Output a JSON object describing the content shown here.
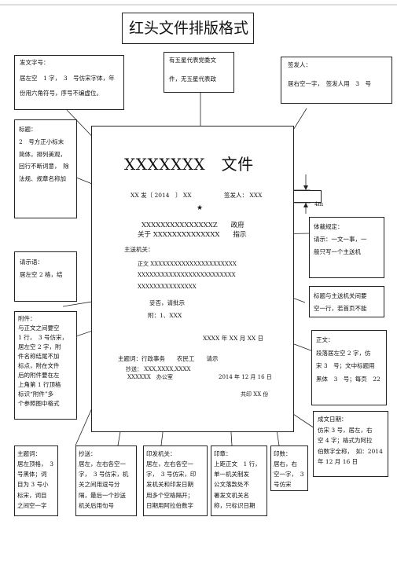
{
  "title": "红头文件排版格式",
  "notes": {
    "doc_number": [
      "发文字号：",
      "居左空　1 字，　3　号仿宋字体，年",
      "份用六角符号，序号不编虚位。"
    ],
    "star": [
      "有五星代表党委文",
      "件，无五星代表政"
    ],
    "signer": [
      "签发人：",
      "居右空一字，　签发人用　3　号"
    ],
    "headline": [
      "标题：",
      "2　号方正小标末",
      "简体，排列美观，",
      "回行不断词意，　除",
      "法规、规章名称加"
    ],
    "style": [
      "体裁规定：",
      "请示：一文一事，一",
      "般只写一个主送机"
    ],
    "request": [
      "请示语：",
      "居左空 2 格，结"
    ],
    "align": [
      "标题与主送机关间要",
      "空一行，若首页不能"
    ],
    "attachment": [
      "附件：",
      "与正文之间要空",
      "1 行，　3 号仿宋，",
      "居左空 2 字，附",
      "件名称结尾不加",
      "标点，附在文件",
      "后的附件要在左",
      "上角第 1 行顶格",
      "标识“附件”多",
      "个参照图中格式"
    ],
    "body": [
      "正文：",
      "段落居左空 2 字，仿",
      "宋 3　号；文中标题用",
      "黑体　3　号；每页　22"
    ],
    "date": [
      "成文日期：",
      "仿宋 3 号，居左，右",
      "空 4 字；格式为阿拉",
      "伯数字全称，　如：2014",
      "年 12 月 16 日"
    ],
    "subject": [
      "主题词：",
      "居左顶格，　3",
      "号黑体；词",
      "目为 3 号小",
      "标宋，词目",
      "之间空一字"
    ],
    "cc": [
      "抄送：",
      "居左，左右各空一",
      "字，　3 号仿宋，机",
      "关之间用逗号分",
      "隔，最后一个抄送",
      "机关后用句号"
    ],
    "issuer": [
      "印发机关：",
      "居左，左右各空一",
      "字，　3 号仿宋，印",
      "发机关和印发日期",
      "用多个空格隔开；",
      "日期用阿拉伯数字"
    ],
    "seal": [
      "印章：",
      "上距正文　1 行，",
      "单一机关制发",
      "公文落款处不",
      "署发文机关名",
      "称，只标识日期"
    ],
    "copies": [
      "印数：",
      "居右，右",
      "空一字，　3",
      "号仿宋"
    ]
  },
  "doc": {
    "header": "XXXXXXX　文件",
    "number_line": "XX 发〔 2014　〕 XX",
    "signer_line": "签发人： XXX",
    "star": "★",
    "title1": "XXXXXXXXXXXXXXXZ　　政府",
    "title2": "关于 XXXXXXXXXXXXXX　　指示",
    "recipient": "主送机关：",
    "body1": "正文 XXXXXXXXXXXXXXXXXXXXXX",
    "body2": "XXXXXXXXXXXXXXXXXXXXXXXXX",
    "body3": "XXXXXXXXXXXXXXX",
    "closing": "妥否，请批示",
    "attach": "附：1、XXX",
    "date": "XXXX 年 XX 月 XX 日",
    "subject": "主题词：行政事务　　农民工　　请示",
    "cc": "抄送： XXX,XXXX,XXXX",
    "issuer": "XXXXXX　办公室",
    "issue_date": "2014 年 12 月 16 日",
    "copies": "共印 XX 份",
    "margin_label": "4m"
  }
}
